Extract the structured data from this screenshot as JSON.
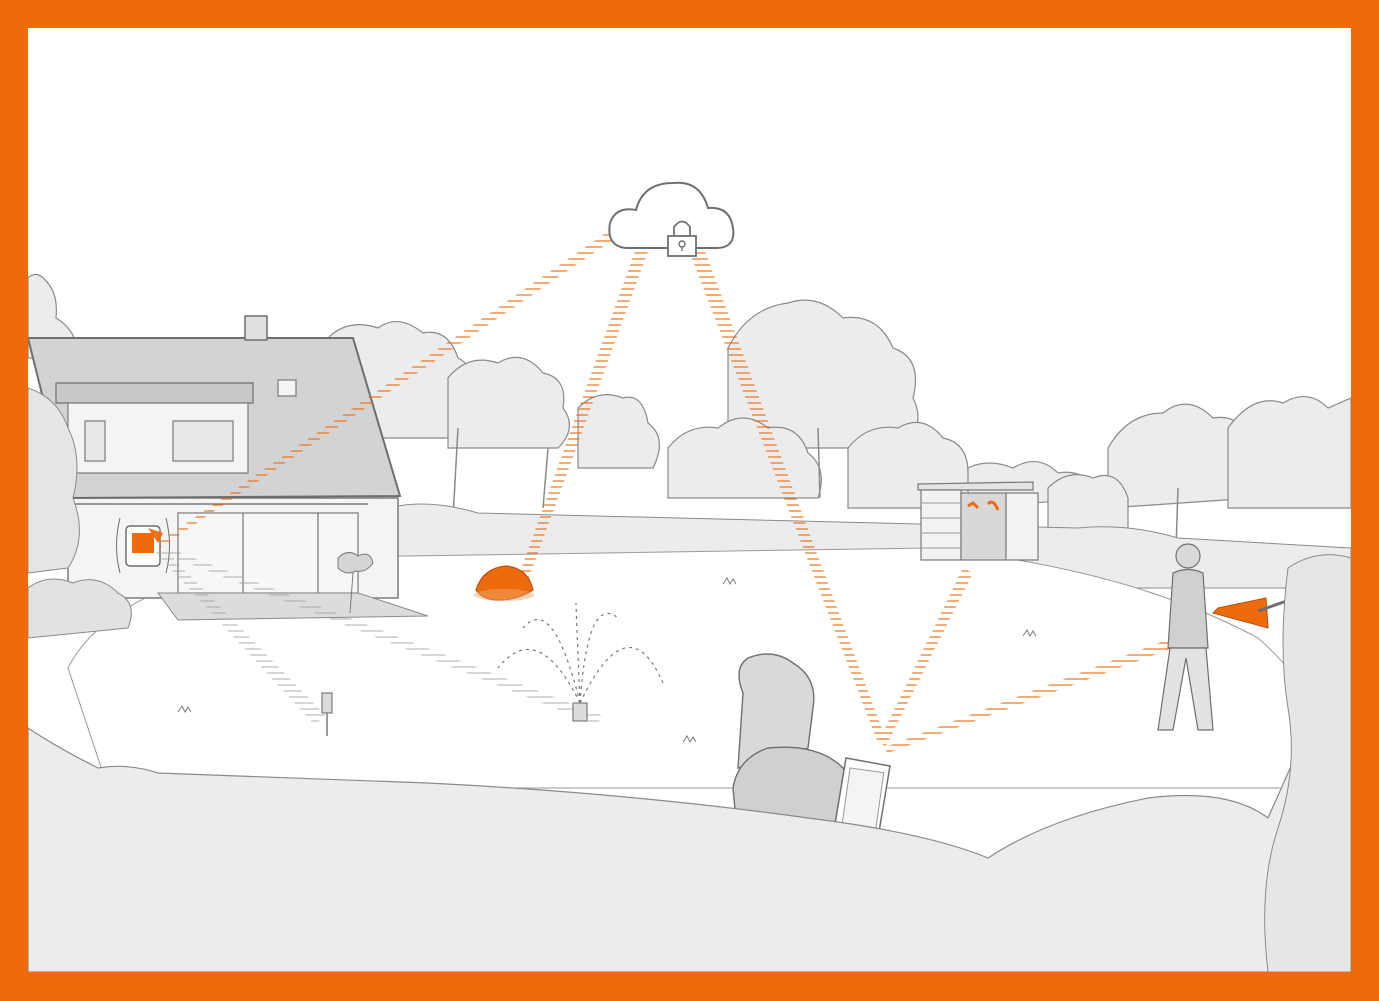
{
  "illustration": {
    "colors": {
      "frame": "#ee6b0c",
      "accent": "#ee6b0c",
      "line": "#6f6f6f",
      "fill_light": "#ececec",
      "fill_mid": "#d9d9d9",
      "fill_dark": "#bfbfbf",
      "background": "#ffffff"
    },
    "icons": [
      "cloud-lock-icon",
      "padlock-icon"
    ],
    "elements": [
      "house",
      "wall-charging-station",
      "robotic-mower",
      "sprinkler",
      "garden-light",
      "tool-shed",
      "woman-with-tablet",
      "man-with-hedge-trimmer",
      "trees",
      "hedges"
    ]
  }
}
